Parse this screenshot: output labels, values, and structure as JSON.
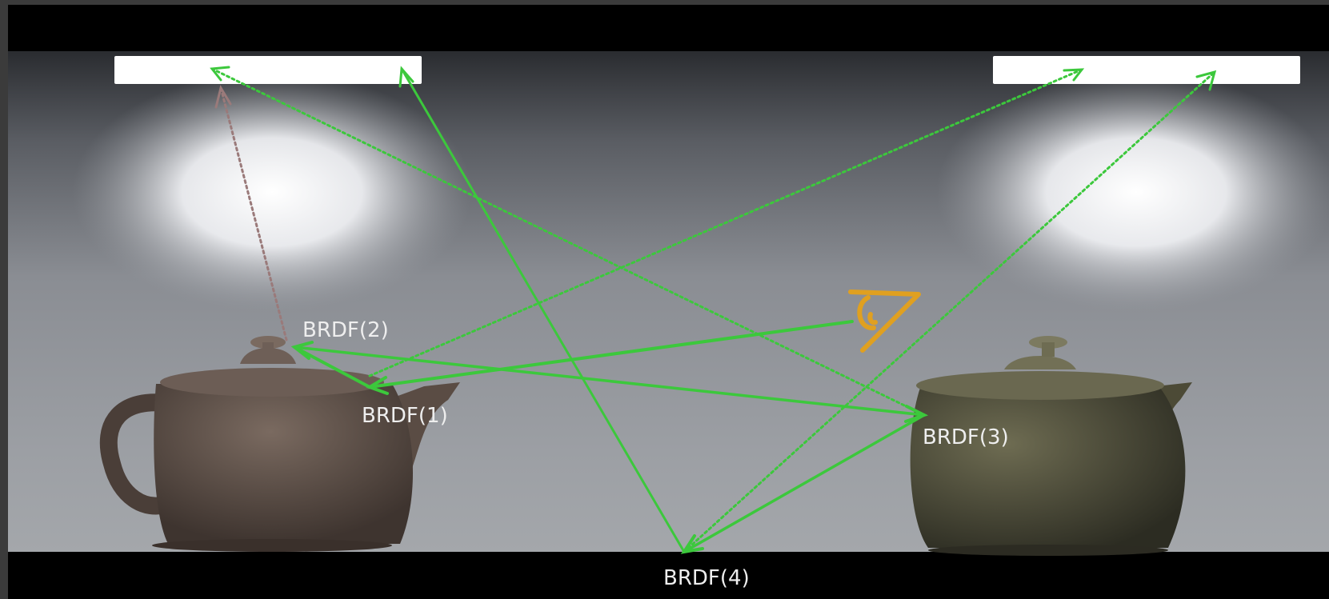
{
  "labels": {
    "brdf1": "BRDF(1)",
    "brdf2": "BRDF(2)",
    "brdf3": "BRDF(3)",
    "brdf4": "BRDF(4)"
  },
  "icons": {
    "eye": "eye-icon",
    "area_light_left": "area-light",
    "area_light_right": "area-light"
  },
  "colors": {
    "ray": "#3cc83c",
    "shadow_ray": "#9a7a7a",
    "eye": "#e0a020",
    "light": "#ffffff",
    "teapot_left": "#6a5a52",
    "teapot_right": "#5a5840"
  }
}
